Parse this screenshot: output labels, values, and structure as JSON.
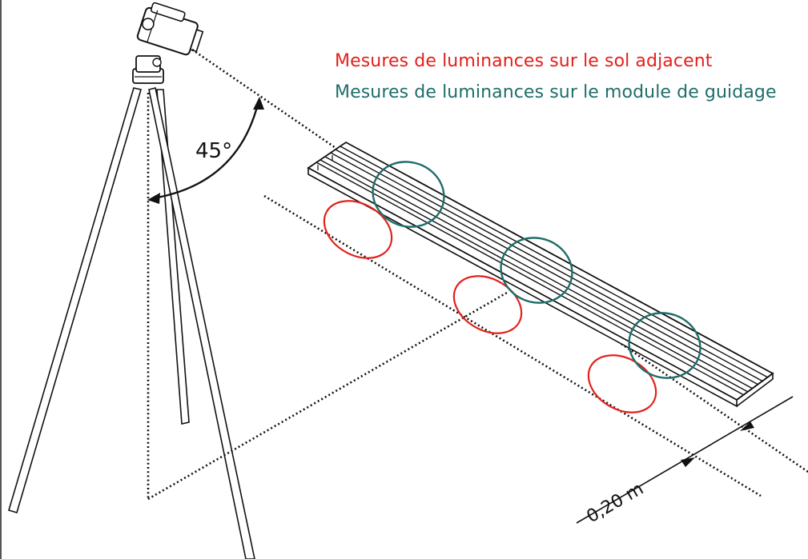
{
  "legend": {
    "ground": {
      "text": "Mesures de luminances sur le sol adjacent",
      "color": "#e3201b"
    },
    "module": {
      "text": "Mesures de luminances sur le module de guidage",
      "color": "#1e6e6a"
    }
  },
  "labels": {
    "angle": "45°",
    "distance": "0,20 m"
  },
  "measurement_zones": {
    "ground_count": 3,
    "module_count": 3
  },
  "colors": {
    "line": "#111111",
    "background": "#ffffff"
  }
}
